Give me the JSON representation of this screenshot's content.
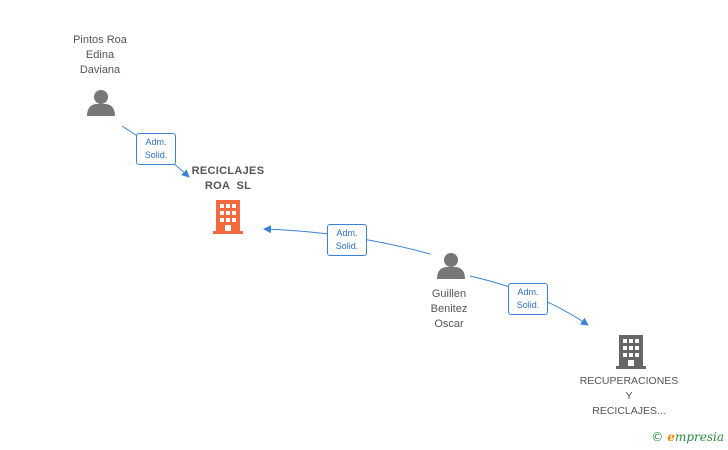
{
  "nodes": {
    "person_pintos": {
      "lines": [
        "Pintos Roa",
        "Edina",
        "Daviana"
      ]
    },
    "company_reciclajes": {
      "lines": [
        "RECICLAJES",
        "ROA  SL"
      ],
      "color": "#f26a3d"
    },
    "person_guillen": {
      "lines": [
        "Guillen",
        "Benitez",
        "Oscar"
      ]
    },
    "company_recuperaciones": {
      "lines": [
        "RECUPERACIONES",
        "Y",
        "RECICLAJES..."
      ],
      "color": "#666666"
    }
  },
  "relations": [
    {
      "line1": "Adm.",
      "line2": "Solid."
    },
    {
      "line1": "Adm.",
      "line2": "Solid."
    },
    {
      "line1": "Adm.",
      "line2": "Solid."
    }
  ],
  "colors": {
    "edge": "#3a83d6",
    "person_icon": "#777777"
  },
  "brand": {
    "copyright": "©",
    "initial": "e",
    "rest": "mpresia"
  }
}
